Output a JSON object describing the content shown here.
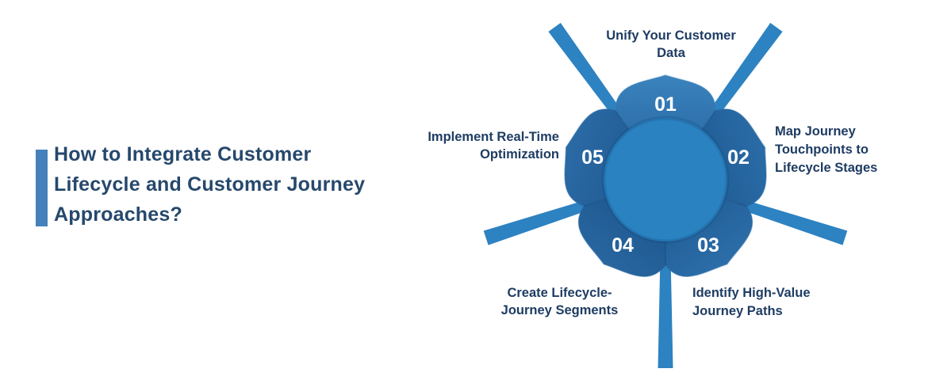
{
  "header": {
    "title": "How to Integrate Customer Lifecycle and Customer Journey Approaches?",
    "title_lines": [
      "How to Integrate Customer",
      "Lifecycle and Customer Journey",
      "Approaches?"
    ]
  },
  "diagram": {
    "steps": [
      {
        "number": "01",
        "label": "Unify Your Customer Data",
        "label_lines": [
          "Unify Your Customer",
          "Data"
        ]
      },
      {
        "number": "02",
        "label": "Map Journey Touchpoints to Lifecycle Stages",
        "label_lines": [
          "Map Journey",
          "Touchpoints to",
          "Lifecycle Stages"
        ]
      },
      {
        "number": "03",
        "label": "Identify High-Value Journey Paths",
        "label_lines": [
          "Identify High-Value",
          "Journey Paths"
        ]
      },
      {
        "number": "04",
        "label": "Create Lifecycle-Journey Segments",
        "label_lines": [
          "Create Lifecycle-",
          "Journey Segments"
        ]
      },
      {
        "number": "05",
        "label": "Implement Real-Time Optimization",
        "label_lines": [
          "Implement Real-Time",
          "Optimization"
        ]
      }
    ],
    "colors": {
      "background": "#ffffff",
      "accent_bar": "#4581bb",
      "title_text": "#26486c",
      "label_text": "#1e3c63",
      "number_text": "#ffffff",
      "center_circle": "#2a82c1",
      "ray": "#2d82c1",
      "seam": "#164a7e",
      "petal_light": [
        "#3a83bd",
        "#2a6ca7",
        "#2c6ea9",
        "#28669f",
        "#2b6ba6"
      ],
      "petal_dark": [
        "#235f9b",
        "#1b538b",
        "#1d558d",
        "#1a5088",
        "#1c538b"
      ]
    }
  }
}
